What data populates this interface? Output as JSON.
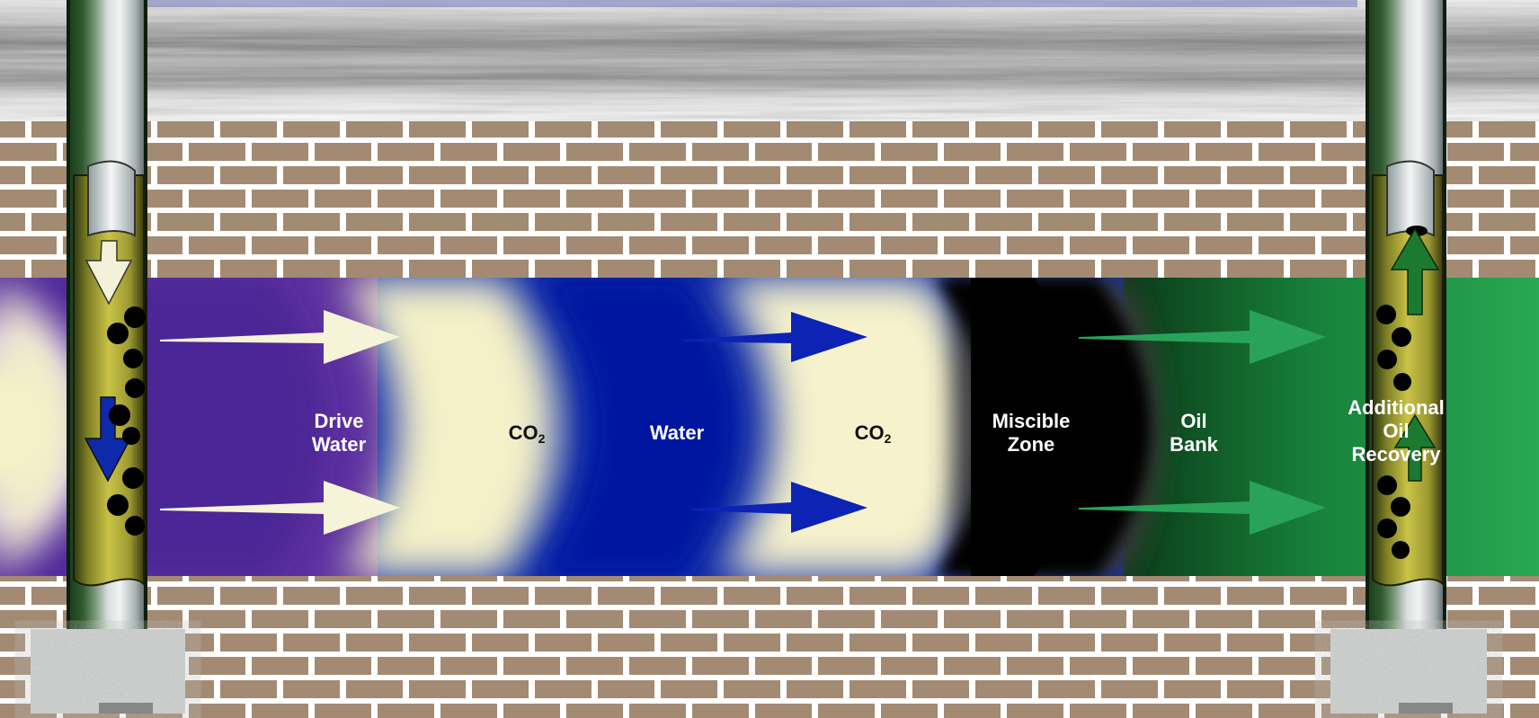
{
  "zones": [
    {
      "key": "drive_water",
      "lines": [
        "Drive",
        "Water"
      ],
      "text_color": "#ffffff"
    },
    {
      "key": "co2_1",
      "formula": "CO",
      "subscript": "2",
      "text_color": "#111111"
    },
    {
      "key": "water",
      "lines": [
        "Water"
      ],
      "text_color": "#ffffff"
    },
    {
      "key": "co2_2",
      "formula": "CO",
      "subscript": "2",
      "text_color": "#111111"
    },
    {
      "key": "miscible_zone",
      "lines": [
        "Miscible",
        "Zone"
      ],
      "text_color": "#ffffff"
    },
    {
      "key": "oil_bank",
      "lines": [
        "Oil",
        "Bank"
      ],
      "text_color": "#ffffff"
    },
    {
      "key": "additional_oil_recovery",
      "lines": [
        "Additional",
        "Oil",
        "Recovery"
      ],
      "text_color": "#ffffff"
    }
  ],
  "colors": {
    "brick": "#a38a72",
    "mortar": "#ffffff",
    "purple": "#5c2fa0",
    "cream": "#f4f0c8",
    "blue": "#0a1fa6",
    "black": "#000000",
    "oil_bank_gray": "#3a3a3a",
    "green": "#1f9a4c",
    "well_yellow": "#b8b43a",
    "arrow_cream": "#f5f3d8",
    "arrow_blue": "#0d23b5",
    "arrow_green": "#2aa35a"
  }
}
